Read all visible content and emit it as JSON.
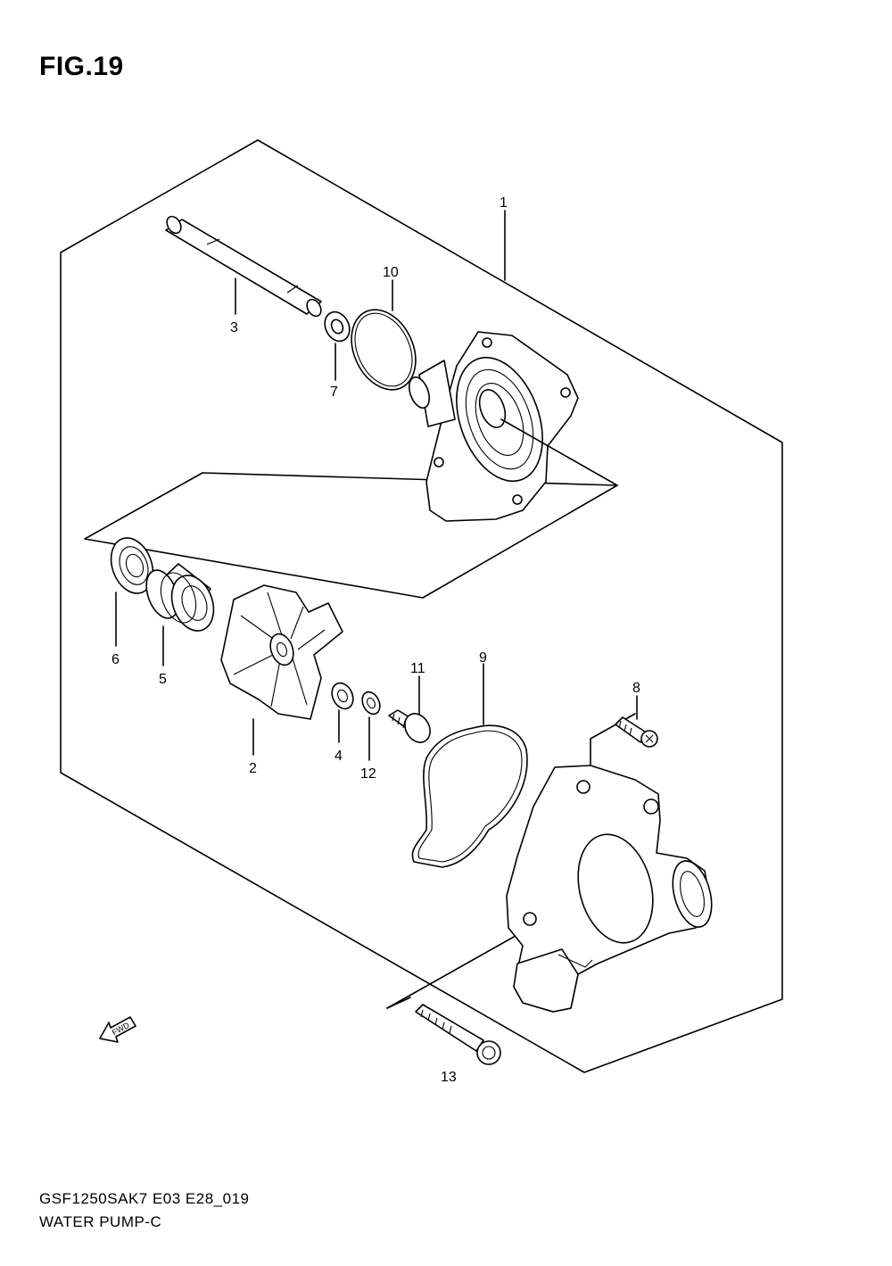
{
  "figure_title": "FIG.19",
  "footer": {
    "model_code": "GSF1250SAK7 E03 E28_019",
    "diagram_name": "WATER PUMP-C"
  },
  "fwd_label": "FWD",
  "callouts": [
    "1",
    "2",
    "3",
    "4",
    "5",
    "6",
    "7",
    "8",
    "9",
    "10",
    "11",
    "12",
    "13"
  ]
}
